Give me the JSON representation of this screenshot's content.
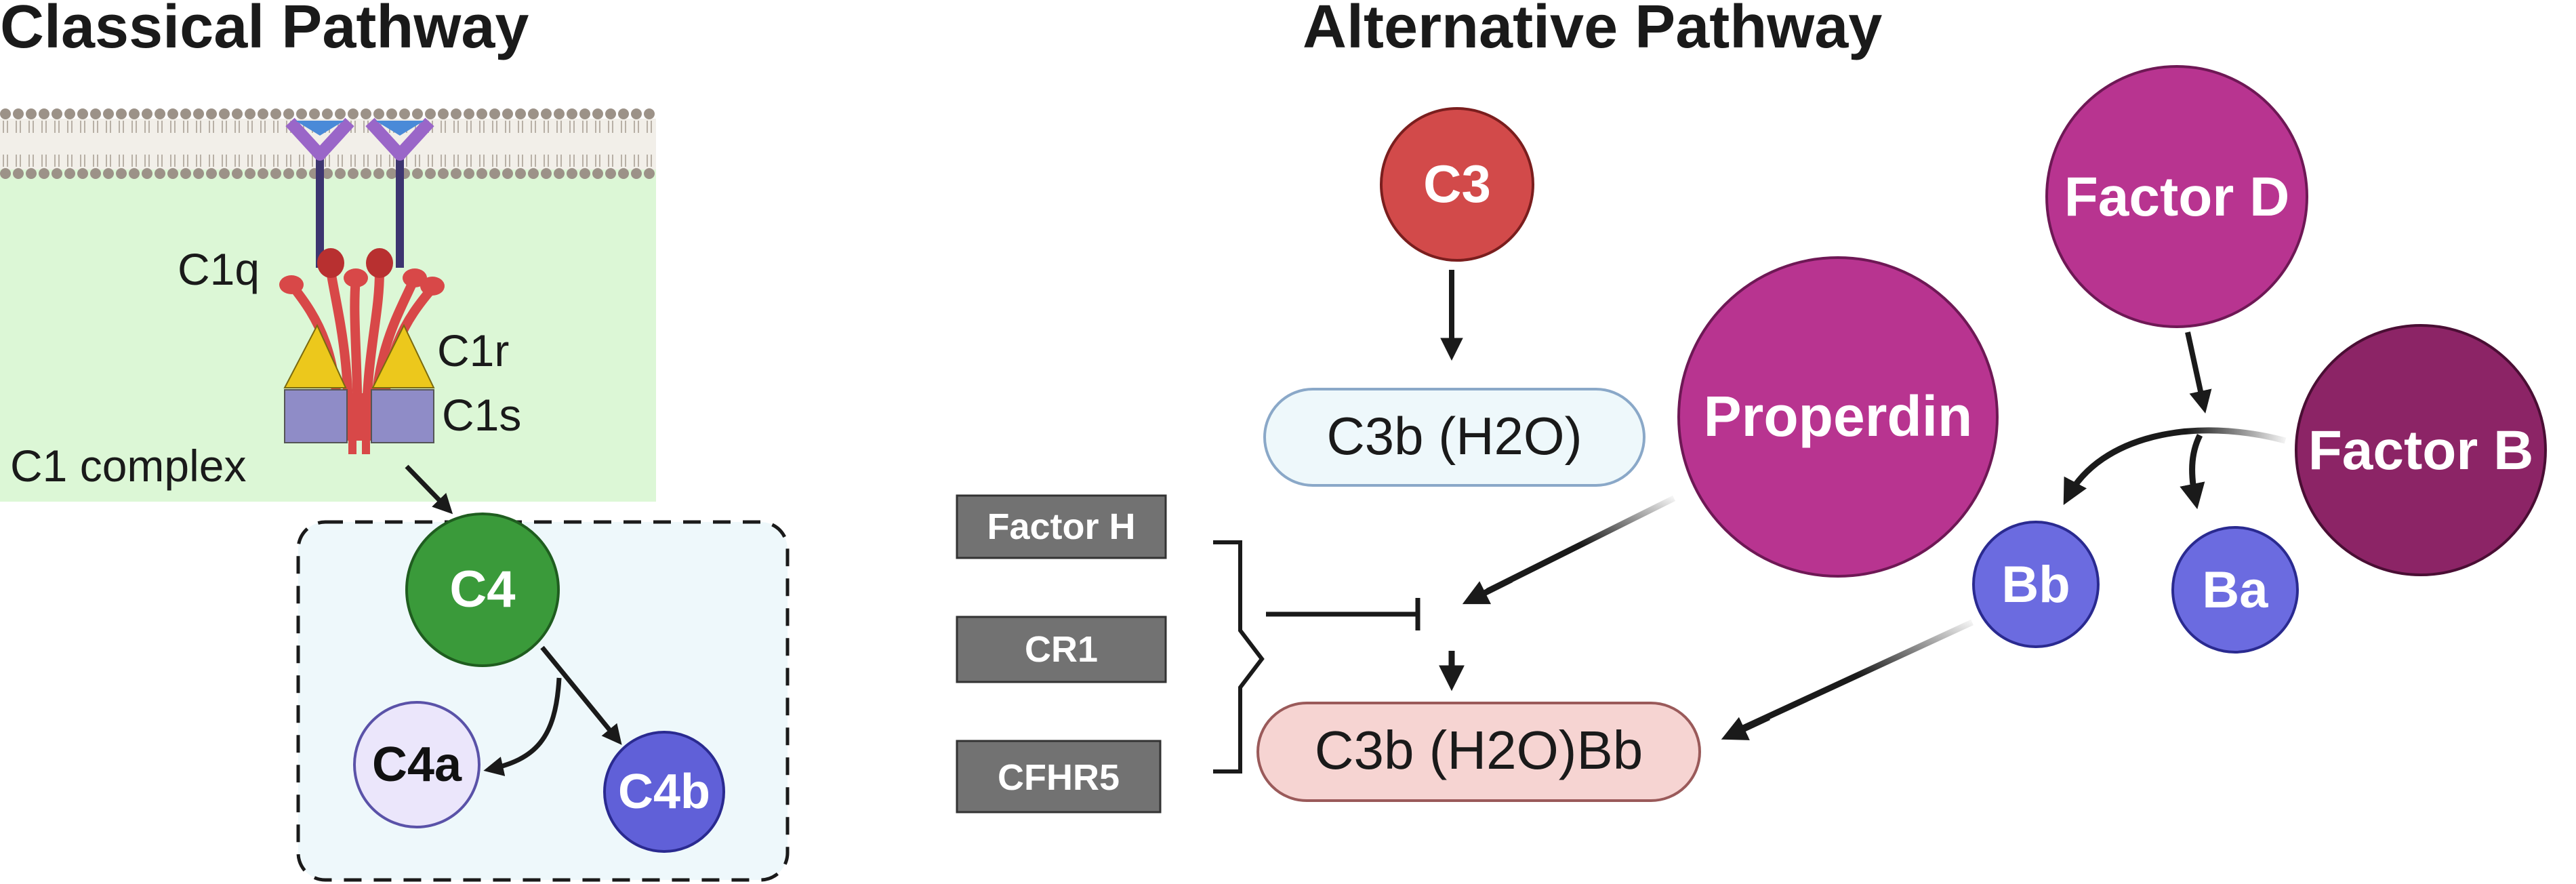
{
  "titles": {
    "classical": "Classical Pathway",
    "alternative": "Alternative  Pathway"
  },
  "classical": {
    "labels": {
      "c1q": "C1q",
      "c1r": "C1r",
      "c1s": "C1s",
      "complex": "C1 complex"
    },
    "nodes": {
      "c4": "C4",
      "c4a": "C4a",
      "c4b": "C4b"
    }
  },
  "alternative": {
    "nodes": {
      "c3": "C3",
      "c3b_h2o": "C3b (H2O)",
      "c3b_h2o_bb": "C3b (H2O)Bb",
      "properdin": "Properdin",
      "factor_d": "Factor D",
      "factor_b": "Factor B",
      "bb": "Bb",
      "ba": "Ba"
    },
    "inhibitors": [
      "Factor H",
      "CR1",
      "CFHR5"
    ]
  },
  "colors": {
    "c3_red": "#d24a4a",
    "c4_green": "#3a9a3a",
    "c4b_blue": "#6060d8",
    "bb_blue": "#6b6be0",
    "magenta": "#b83490",
    "factor_b": "#8c2466",
    "inhibitor_gray": "#727272",
    "pink_pill": "#f6d4d2",
    "light_blue_pill": "#eef8fb",
    "green_bg": "#dcf7d6",
    "dashed_box_bg": "#eef8fb"
  }
}
